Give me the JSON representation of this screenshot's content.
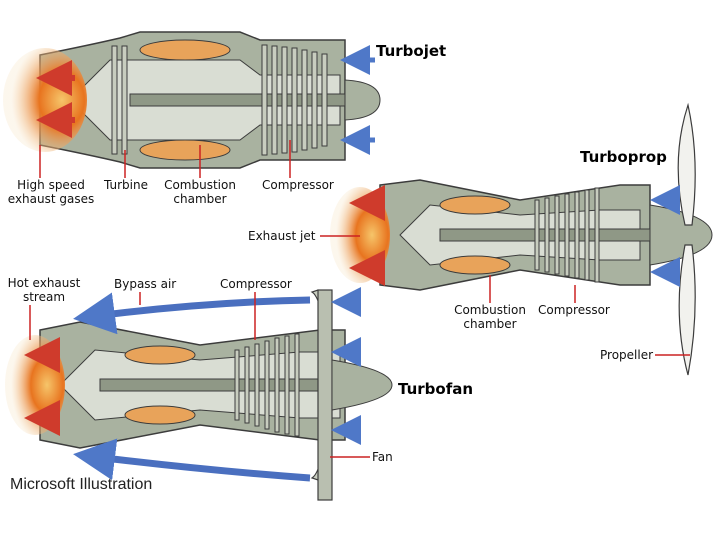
{
  "turbojet": {
    "title": "Turbojet",
    "labels": {
      "exhaust": "High speed\nexhaust gases",
      "turbine": "Turbine",
      "combustion": "Combustion\nchamber",
      "compressor": "Compressor"
    }
  },
  "turboprop": {
    "title": "Turboprop",
    "labels": {
      "exhaust": "Exhaust jet",
      "combustion": "Combustion\nchamber",
      "compressor": "Compressor",
      "propeller": "Propeller"
    }
  },
  "turbofan": {
    "title": "Turbofan",
    "labels": {
      "exhaust": "Hot exhaust\nstream",
      "bypass": "Bypass air",
      "compressor": "Compressor",
      "fan": "Fan"
    }
  },
  "credit": "Microsoft Illustration",
  "colors": {
    "engine_body": "#a9b2a0",
    "engine_outline": "#3c3c3c",
    "flame": "#e0701a",
    "exhaust_arrow": "#cf3b2c",
    "intake_arrow": "#4f78c8",
    "bypass_arrow": "#4a6fbf",
    "leader_line": "#cc2222"
  }
}
